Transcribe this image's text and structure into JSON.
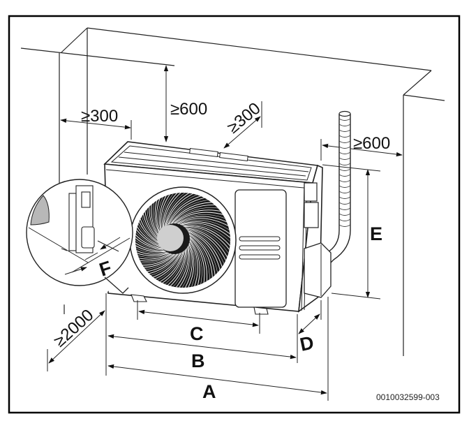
{
  "figure": {
    "title": "Outdoor unit installation clearances and dimensions",
    "document_id": "0010032599-003"
  },
  "clearances": {
    "left_side": "≥300",
    "top": "≥600",
    "rear": "≥300",
    "right_side": "≥600",
    "front": "≥2000"
  },
  "dimension_labels": {
    "A": "A",
    "B": "B",
    "C": "C",
    "D": "D",
    "E": "E",
    "F": "F"
  },
  "colors": {
    "line": "#222222",
    "fan": "#1a1a1a",
    "hub": "#cfcfcf",
    "background": "#ffffff"
  }
}
